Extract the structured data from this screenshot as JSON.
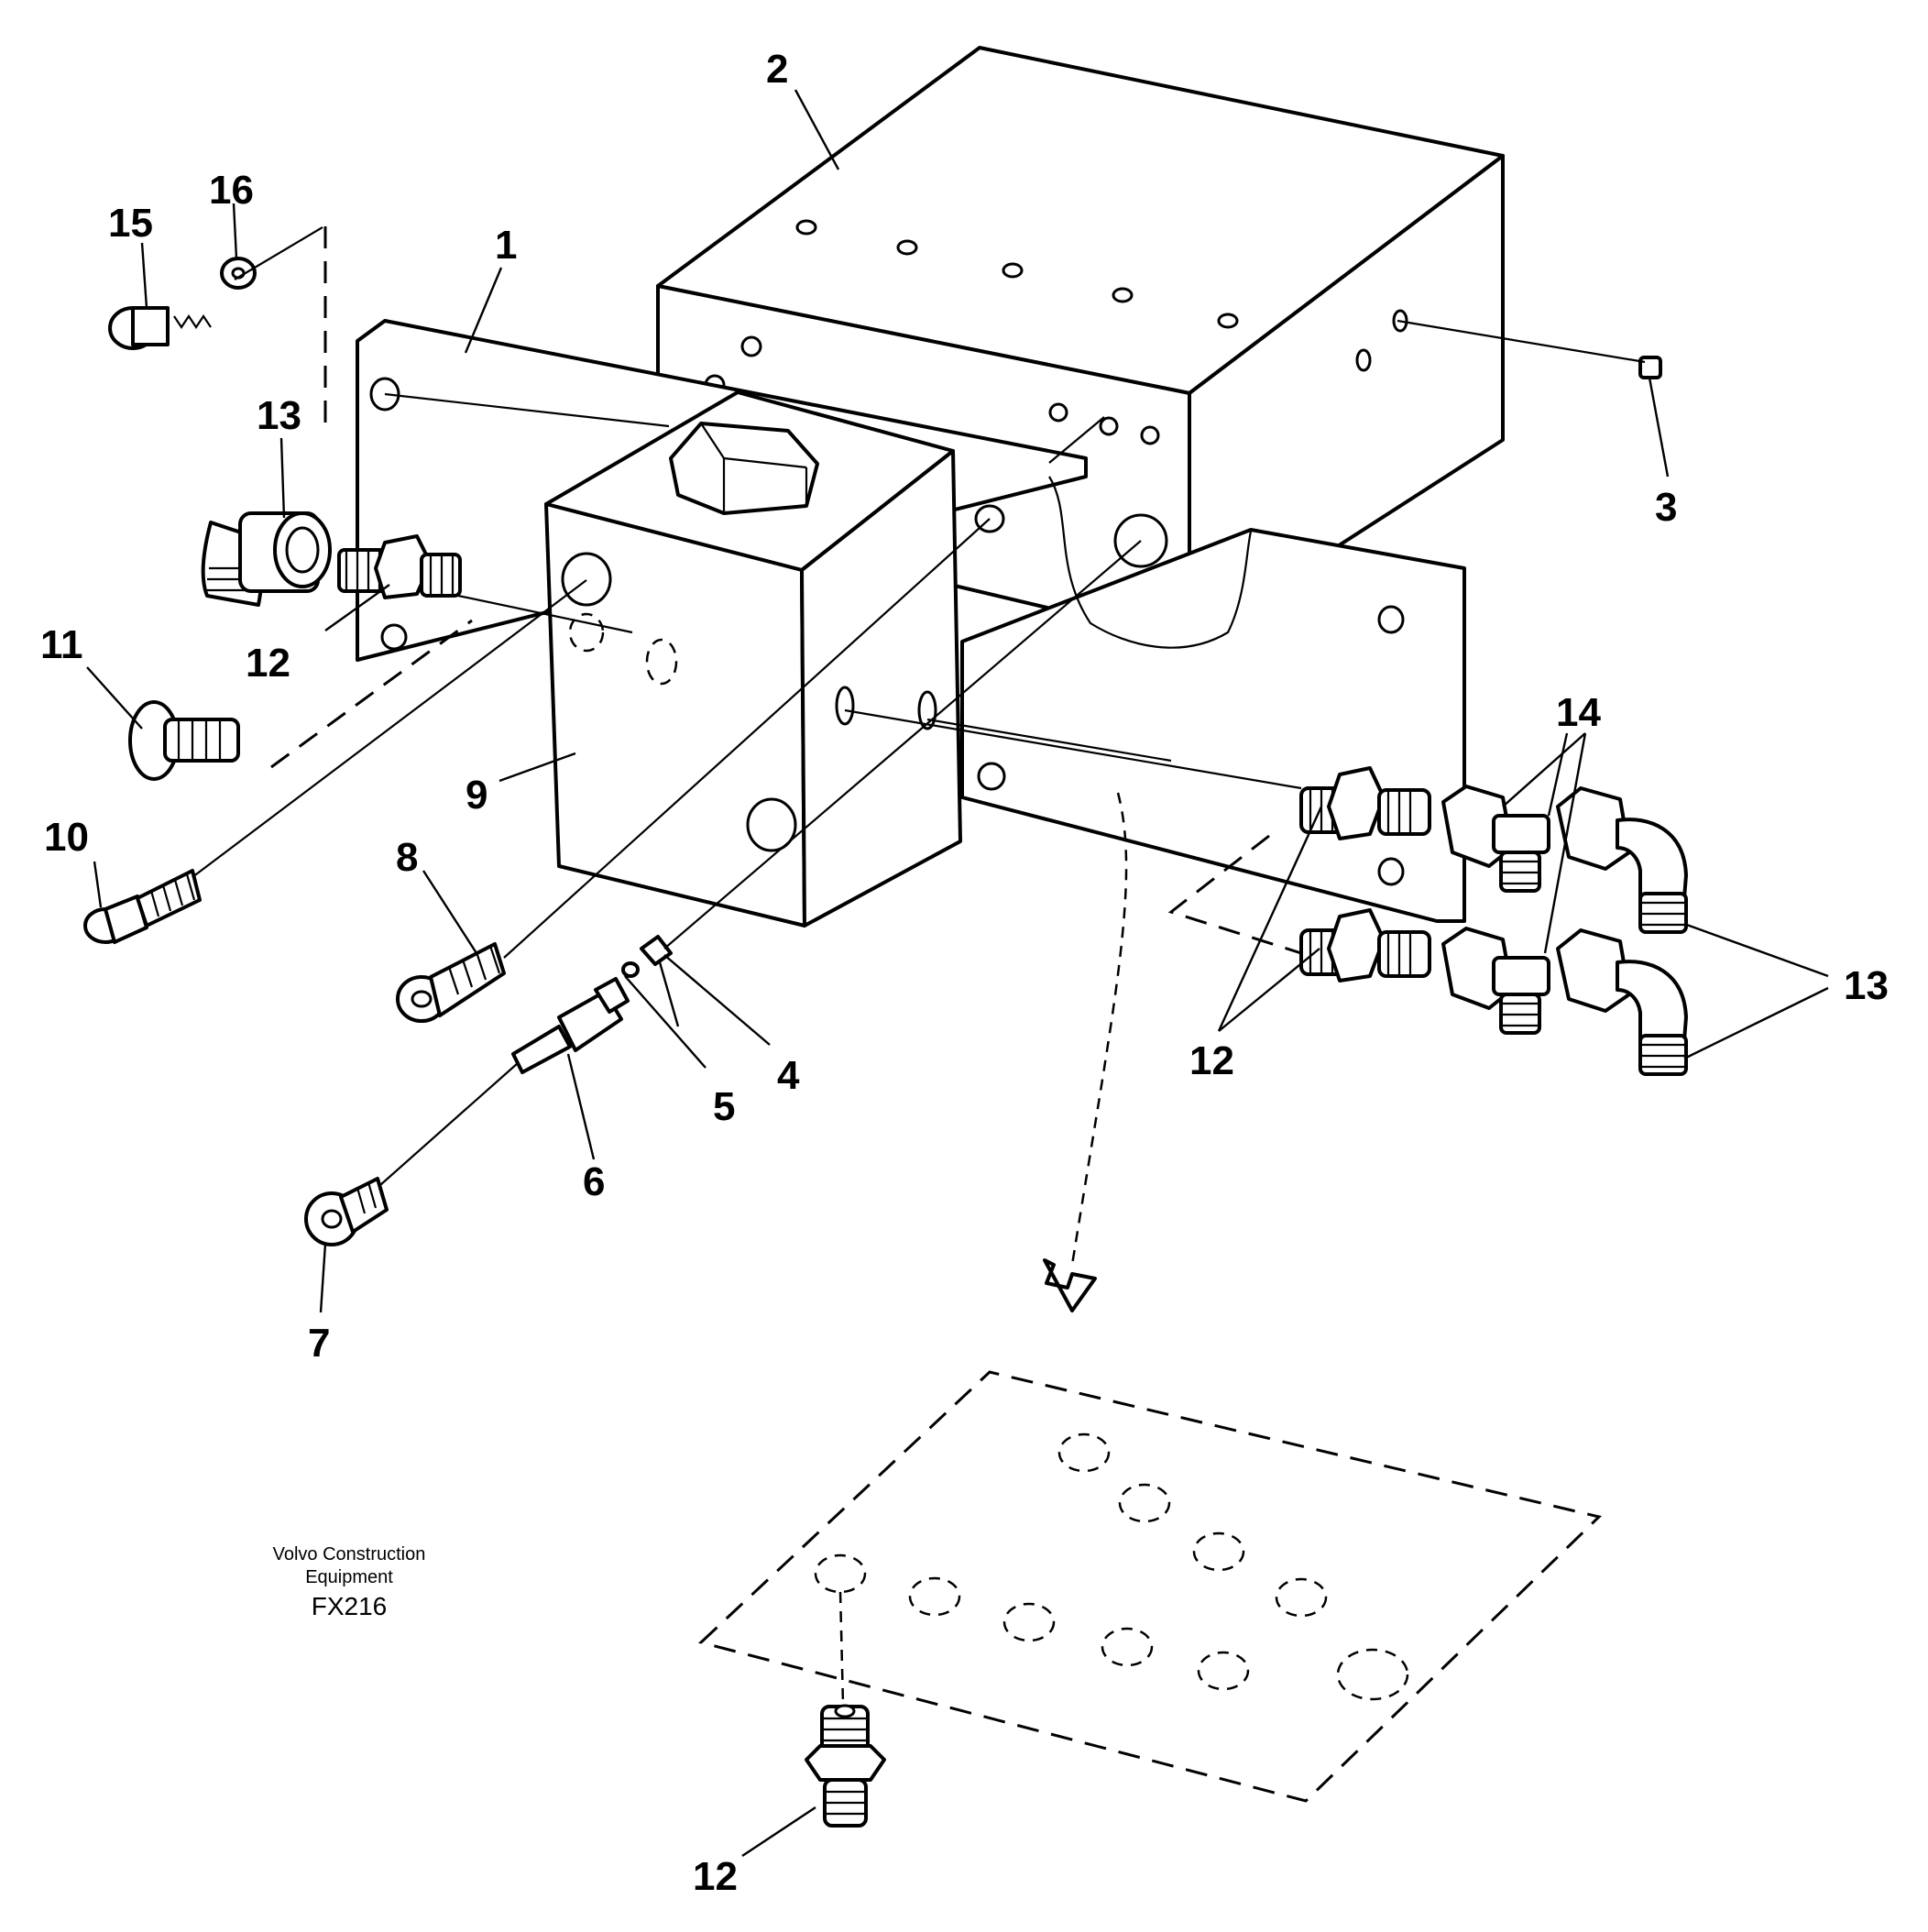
{
  "callouts": {
    "c1": "1",
    "c2": "2",
    "c3": "3",
    "c4": "4",
    "c5": "5",
    "c6": "6",
    "c7": "7",
    "c8": "8",
    "c9": "9",
    "c10": "10",
    "c11": "11",
    "c12a": "12",
    "c12b": "12",
    "c12c": "12",
    "c13a": "13",
    "c13b": "13",
    "c14": "14",
    "c15": "15",
    "c16": "16"
  },
  "caption": {
    "line1": "Volvo Construction",
    "line2": "Equipment",
    "code": "FX216"
  }
}
